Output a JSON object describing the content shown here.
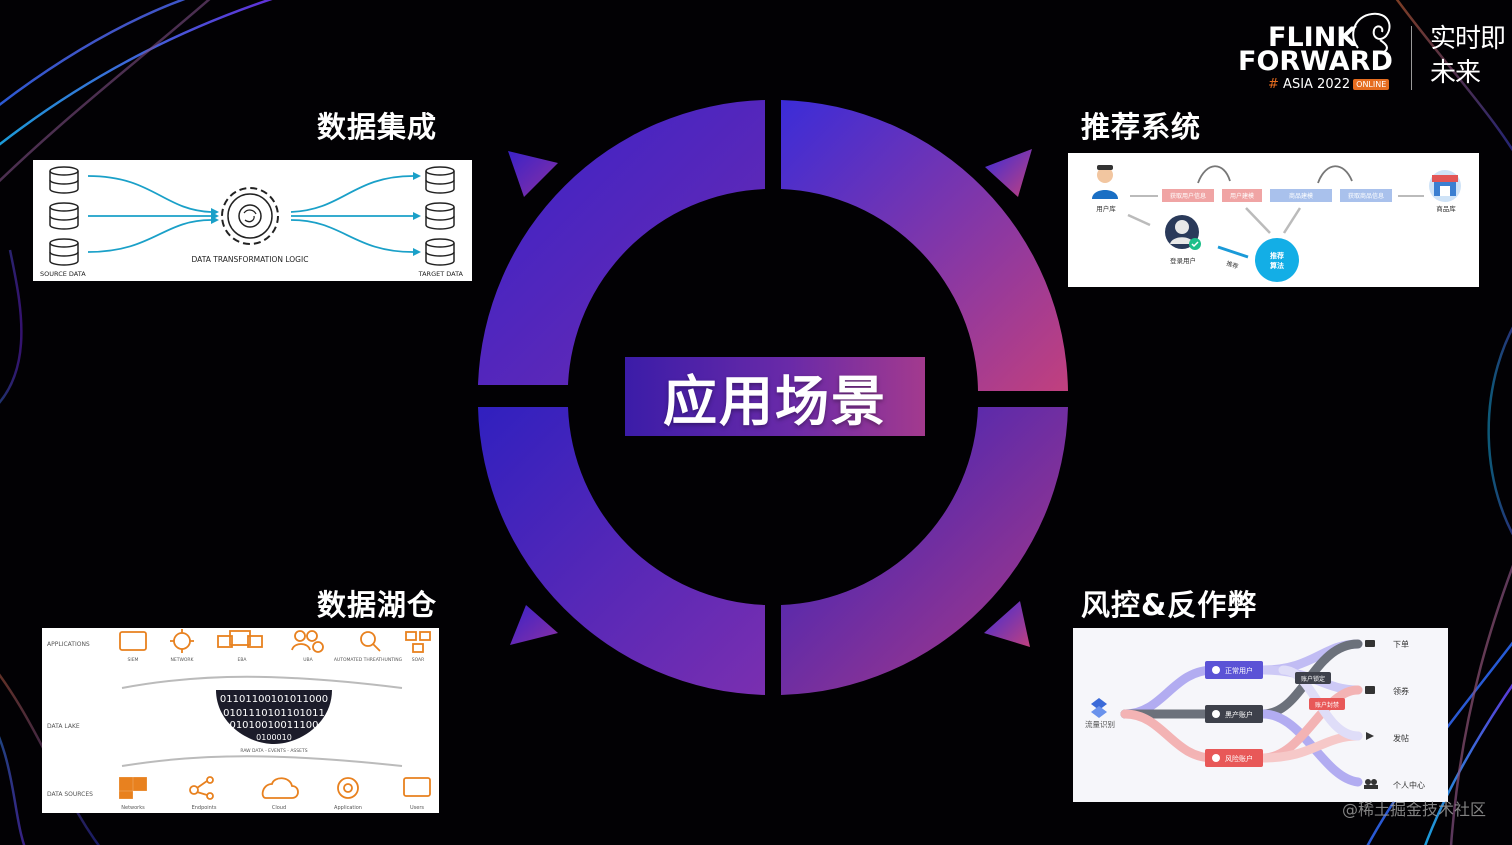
{
  "center_title": "应用场景",
  "quadrants": {
    "top_left": {
      "title": "数据集成",
      "labels": {
        "source": "SOURCE DATA",
        "center": "DATA TRANSFORMATION LOGIC",
        "target": "TARGET DATA"
      }
    },
    "top_right": {
      "title": "推荐系统",
      "labels": {
        "user_db": "用户库",
        "item_db": "商品库",
        "step1": "获取用户信息",
        "step2": "用户建模",
        "step3": "商品建模",
        "step4": "获取商品信息",
        "logged_user": "登录用户",
        "recommend": "推荐",
        "algo_line1": "推荐",
        "algo_line2": "算法"
      }
    },
    "bottom_left": {
      "title": "数据湖仓",
      "labels": {
        "applications": "APPLICATIONS",
        "data_lake": "DATA LAKE",
        "data_sources": "DATA SOURCES",
        "apps": [
          "SIEM",
          "NETWORK",
          "EBA",
          "UBA",
          "AUTOMATED THREATHUNTING",
          "SOAR"
        ],
        "binary_lines": [
          "01101100101011000",
          "0101110101101011",
          "01010010011100",
          "0100010"
        ],
        "lake_caption": "RAW DATA - EVENTS - ASSETS",
        "sources": [
          "Networks",
          "Endpoints",
          "Cloud",
          "Application",
          "Users"
        ]
      }
    },
    "bottom_right": {
      "title": "风控&反作弊",
      "labels": {
        "traffic": "流量识别",
        "normal": "正常用户",
        "black": "黑产账户",
        "risk": "风险账户",
        "lock": "账户锁定",
        "intercept": "账户封禁",
        "order": "下单",
        "coupon": "领券",
        "post": "发帖",
        "profile": "个人中心"
      }
    }
  },
  "logo": {
    "line1": "FLINK",
    "line2": "FORWARD",
    "sub": "ASIA 2022",
    "hash": "#",
    "badge": "ONLINE",
    "cn_line1": "实时即",
    "cn_line2": "未来"
  },
  "watermark": "@稀土掘金技术社区",
  "colors": {
    "ring_start": "#3a22c8",
    "ring_end": "#b03a86",
    "accent_orange": "#e8811f",
    "accent_blue": "#1aa9e0"
  }
}
